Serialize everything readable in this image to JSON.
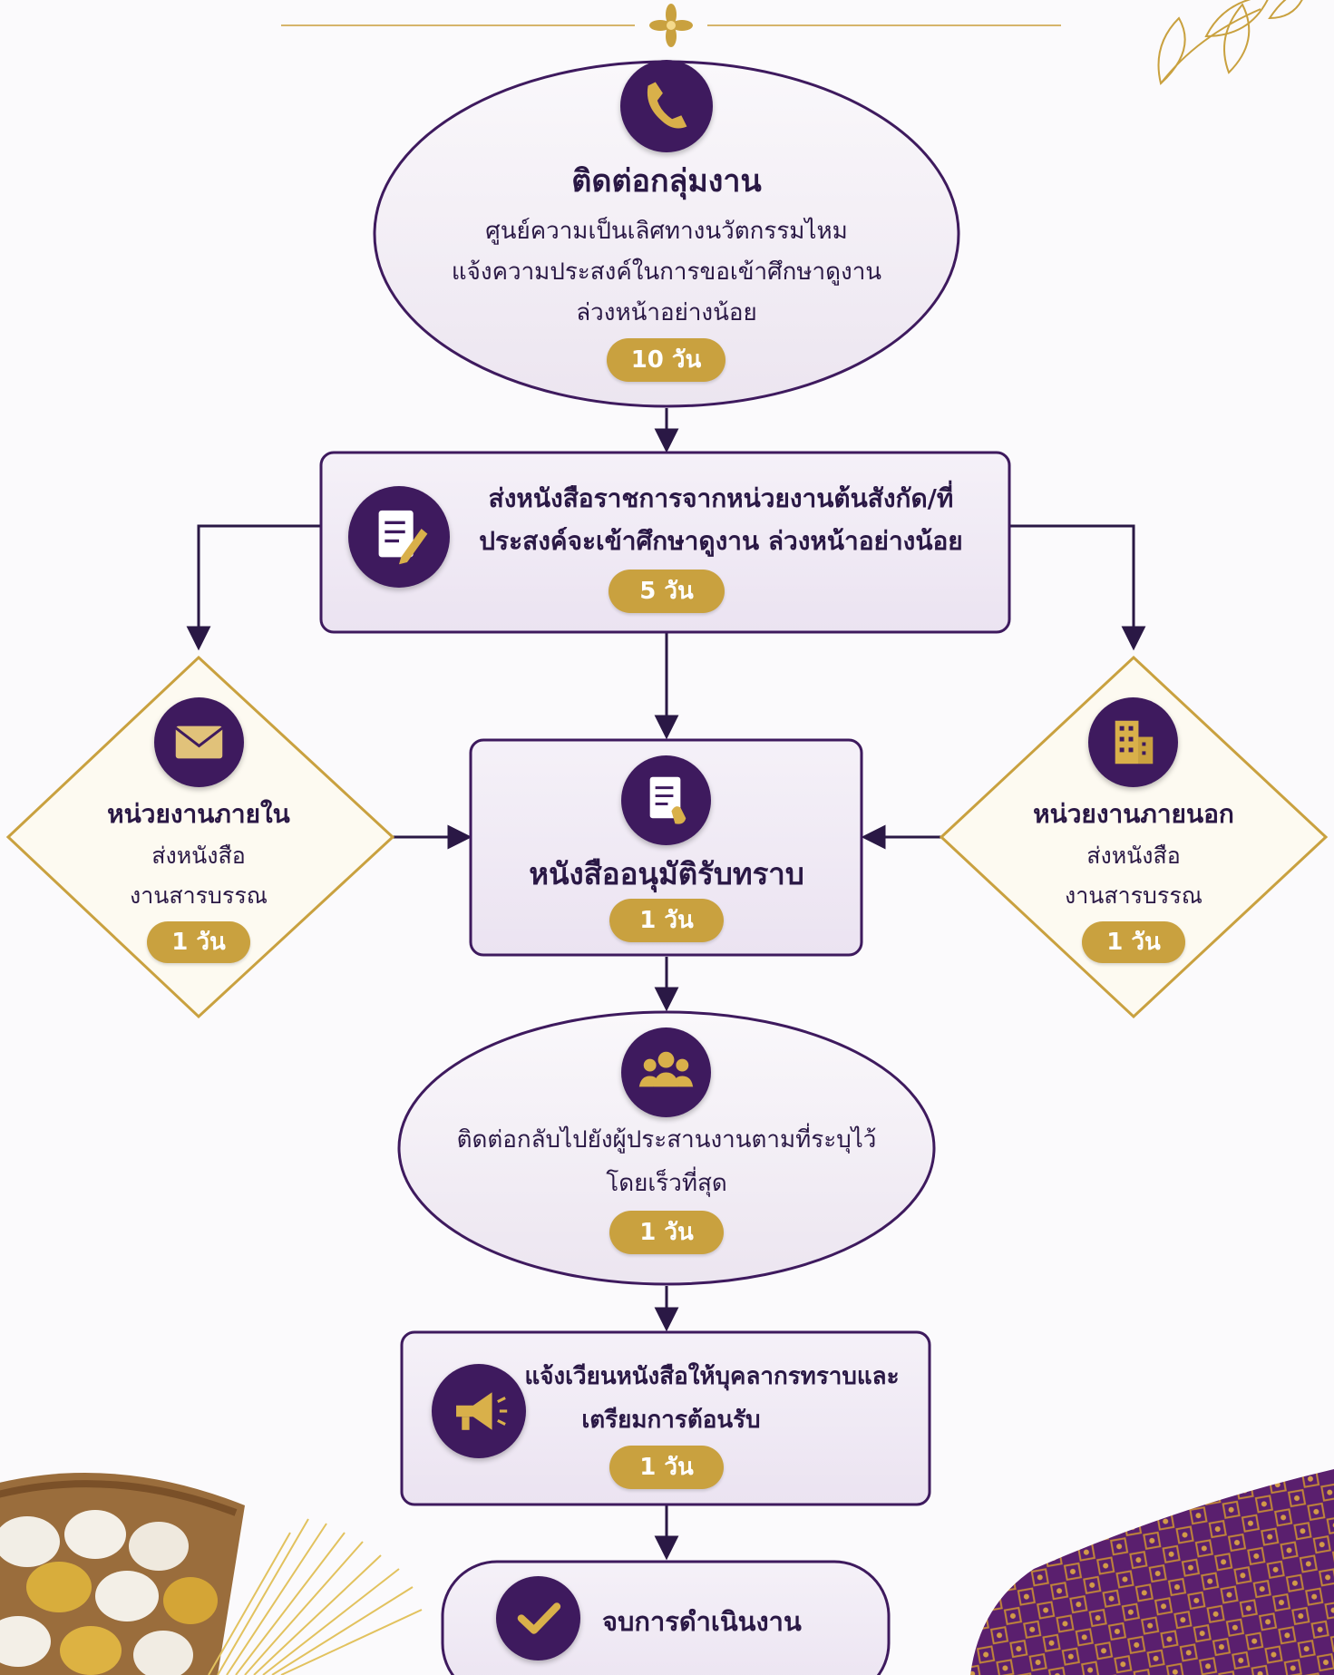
{
  "colors": {
    "primary_purple": "#3e1a5e",
    "gold": "#c9a13f",
    "ellipse_fill": "#f4f0f6",
    "diamond_fill": "#fdfaf1"
  },
  "steps": {
    "contact": {
      "icon": "phone-icon",
      "title": "ติดต่อกลุ่มงาน",
      "line1": "ศูนย์ความเป็นเลิศทางนวัตกรรมไหม",
      "line2": "แจ้งความประสงค์ในการขอเข้าศึกษาดูงาน",
      "line3": "ล่วงหน้าอย่างน้อย",
      "duration": "10 วัน"
    },
    "official_letter": {
      "icon": "document-pen-icon",
      "line1": "ส่งหนังสือราชการจากหน่วยงานต้นสังกัด/ที่",
      "line2": "ประสงค์จะเข้าศึกษาดูงาน ล่วงหน้าอย่างน้อย",
      "duration": "5 วัน"
    },
    "internal_unit": {
      "icon": "envelope-icon",
      "title": "หน่วยงานภายใน",
      "line1": "ส่งหนังสือ",
      "line2": "งานสารบรรณ",
      "duration": "1 วัน"
    },
    "approval": {
      "icon": "approval-document-icon",
      "title": "หนังสืออนุมัติรับทราบ",
      "duration": "1 วัน"
    },
    "external_unit": {
      "icon": "building-icon",
      "title": "หน่วยงานภายนอก",
      "line1": "ส่งหนังสือ",
      "line2": "งานสารบรรณ",
      "duration": "1 วัน"
    },
    "contact_back": {
      "icon": "people-icon",
      "line1": "ติดต่อกลับไปยังผู้ประสานงานตามที่ระบุไว้",
      "line2": "โดยเร็วที่สุด",
      "duration": "1 วัน"
    },
    "circulate": {
      "icon": "megaphone-icon",
      "line1": "แจ้งเวียนหนังสือให้บุคลากรทราบและ",
      "line2": "เตรียมการต้อนรับ",
      "duration": "1 วัน"
    },
    "finish": {
      "icon": "check-icon",
      "label": "จบการดำเนินงาน"
    }
  }
}
